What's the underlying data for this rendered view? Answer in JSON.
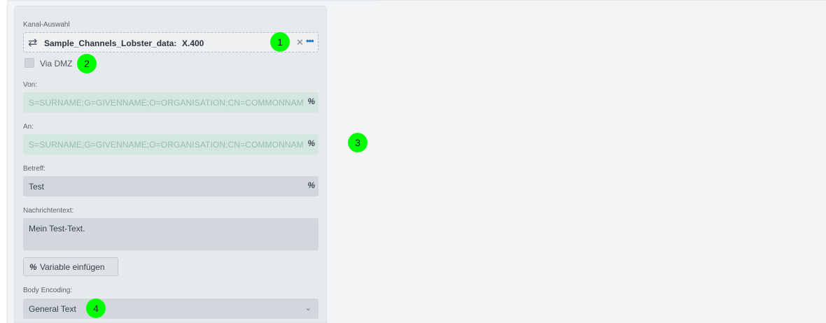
{
  "channel": {
    "label": "Kanal-Auswahl",
    "name": "Sample_Channels_Lobster_data:",
    "type": "X.400",
    "icon": "swap-arrows-icon",
    "clear_icon": "close-icon",
    "more_icon": "ellipsis-icon"
  },
  "dmz": {
    "label": "Via DMZ",
    "checked": false
  },
  "from": {
    "label": "Von:",
    "value": "S=SURNAME;G=GIVENNAME;O=ORGANISATION;CN=COMMONNAME"
  },
  "to": {
    "label": "An:",
    "value": "S=SURNAME;G=GIVENNAME;O=ORGANISATION;CN=COMMONNAME"
  },
  "subject": {
    "label": "Betreff:",
    "value": "Test"
  },
  "body": {
    "label": "Nachrichtentext:",
    "value": "Mein Test-Text."
  },
  "insert_variable": {
    "label": "Variable einfügen",
    "icon": "percent-icon"
  },
  "encoding": {
    "label": "Body Encoding:",
    "value": "General Text",
    "icon": "chevron-down-icon"
  },
  "markers": [
    "1",
    "2",
    "3",
    "4"
  ],
  "colors": {
    "marker": "#00ff00",
    "accent": "#1f7cc0",
    "green_field": "#d3e6df"
  }
}
